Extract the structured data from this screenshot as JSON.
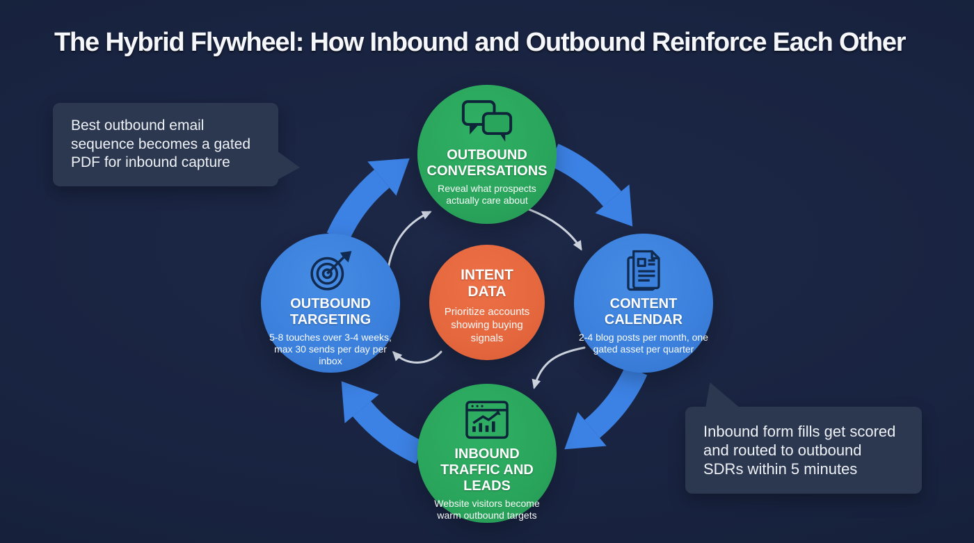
{
  "page": {
    "title": "The Hybrid Flywheel: How Inbound and Outbound Reinforce Each Other"
  },
  "flywheel": {
    "rotation": "clockwise",
    "top": {
      "title": "OUTBOUND CONVERSATIONS",
      "subtitle": "Reveal what prospects actually care about",
      "icon": "chat-bubbles-icon",
      "color": "#2aa55c"
    },
    "right": {
      "title": "CONTENT CALENDAR",
      "subtitle": "2-4 blog posts per month, one gated asset per quarter",
      "icon": "documents-icon",
      "color": "#3b80dc"
    },
    "bottom": {
      "title": "INBOUND TRAFFIC AND LEADS",
      "subtitle": "Website visitors become warm outbound targets",
      "icon": "analytics-browser-icon",
      "color": "#2aa55c"
    },
    "left": {
      "title": "OUTBOUND TARGETING",
      "subtitle": "5-8 touches over 3-4 weeks, max 30 sends per day per inbox",
      "icon": "target-icon",
      "color": "#3b80dc"
    },
    "center": {
      "title": "INTENT DATA",
      "subtitle": "Prioritize accounts showing buying signals",
      "color": "#e5673e"
    }
  },
  "callouts": {
    "top_left": {
      "text": "Best outbound email sequence becomes a gated PDF for inbound capture"
    },
    "bottom_right": {
      "text": "Inbound form fills get scored and routed to outbound SDRs within 5 minutes"
    }
  },
  "colors": {
    "background": "#182340",
    "node_green": "#2aa55c",
    "node_blue": "#3b80dc",
    "node_orange": "#e5673e",
    "big_arrow": "#3c82e4",
    "thin_arrow": "#ccd3dd",
    "callout_bg": "#2c3850",
    "title_text": "#f5f7fa"
  }
}
